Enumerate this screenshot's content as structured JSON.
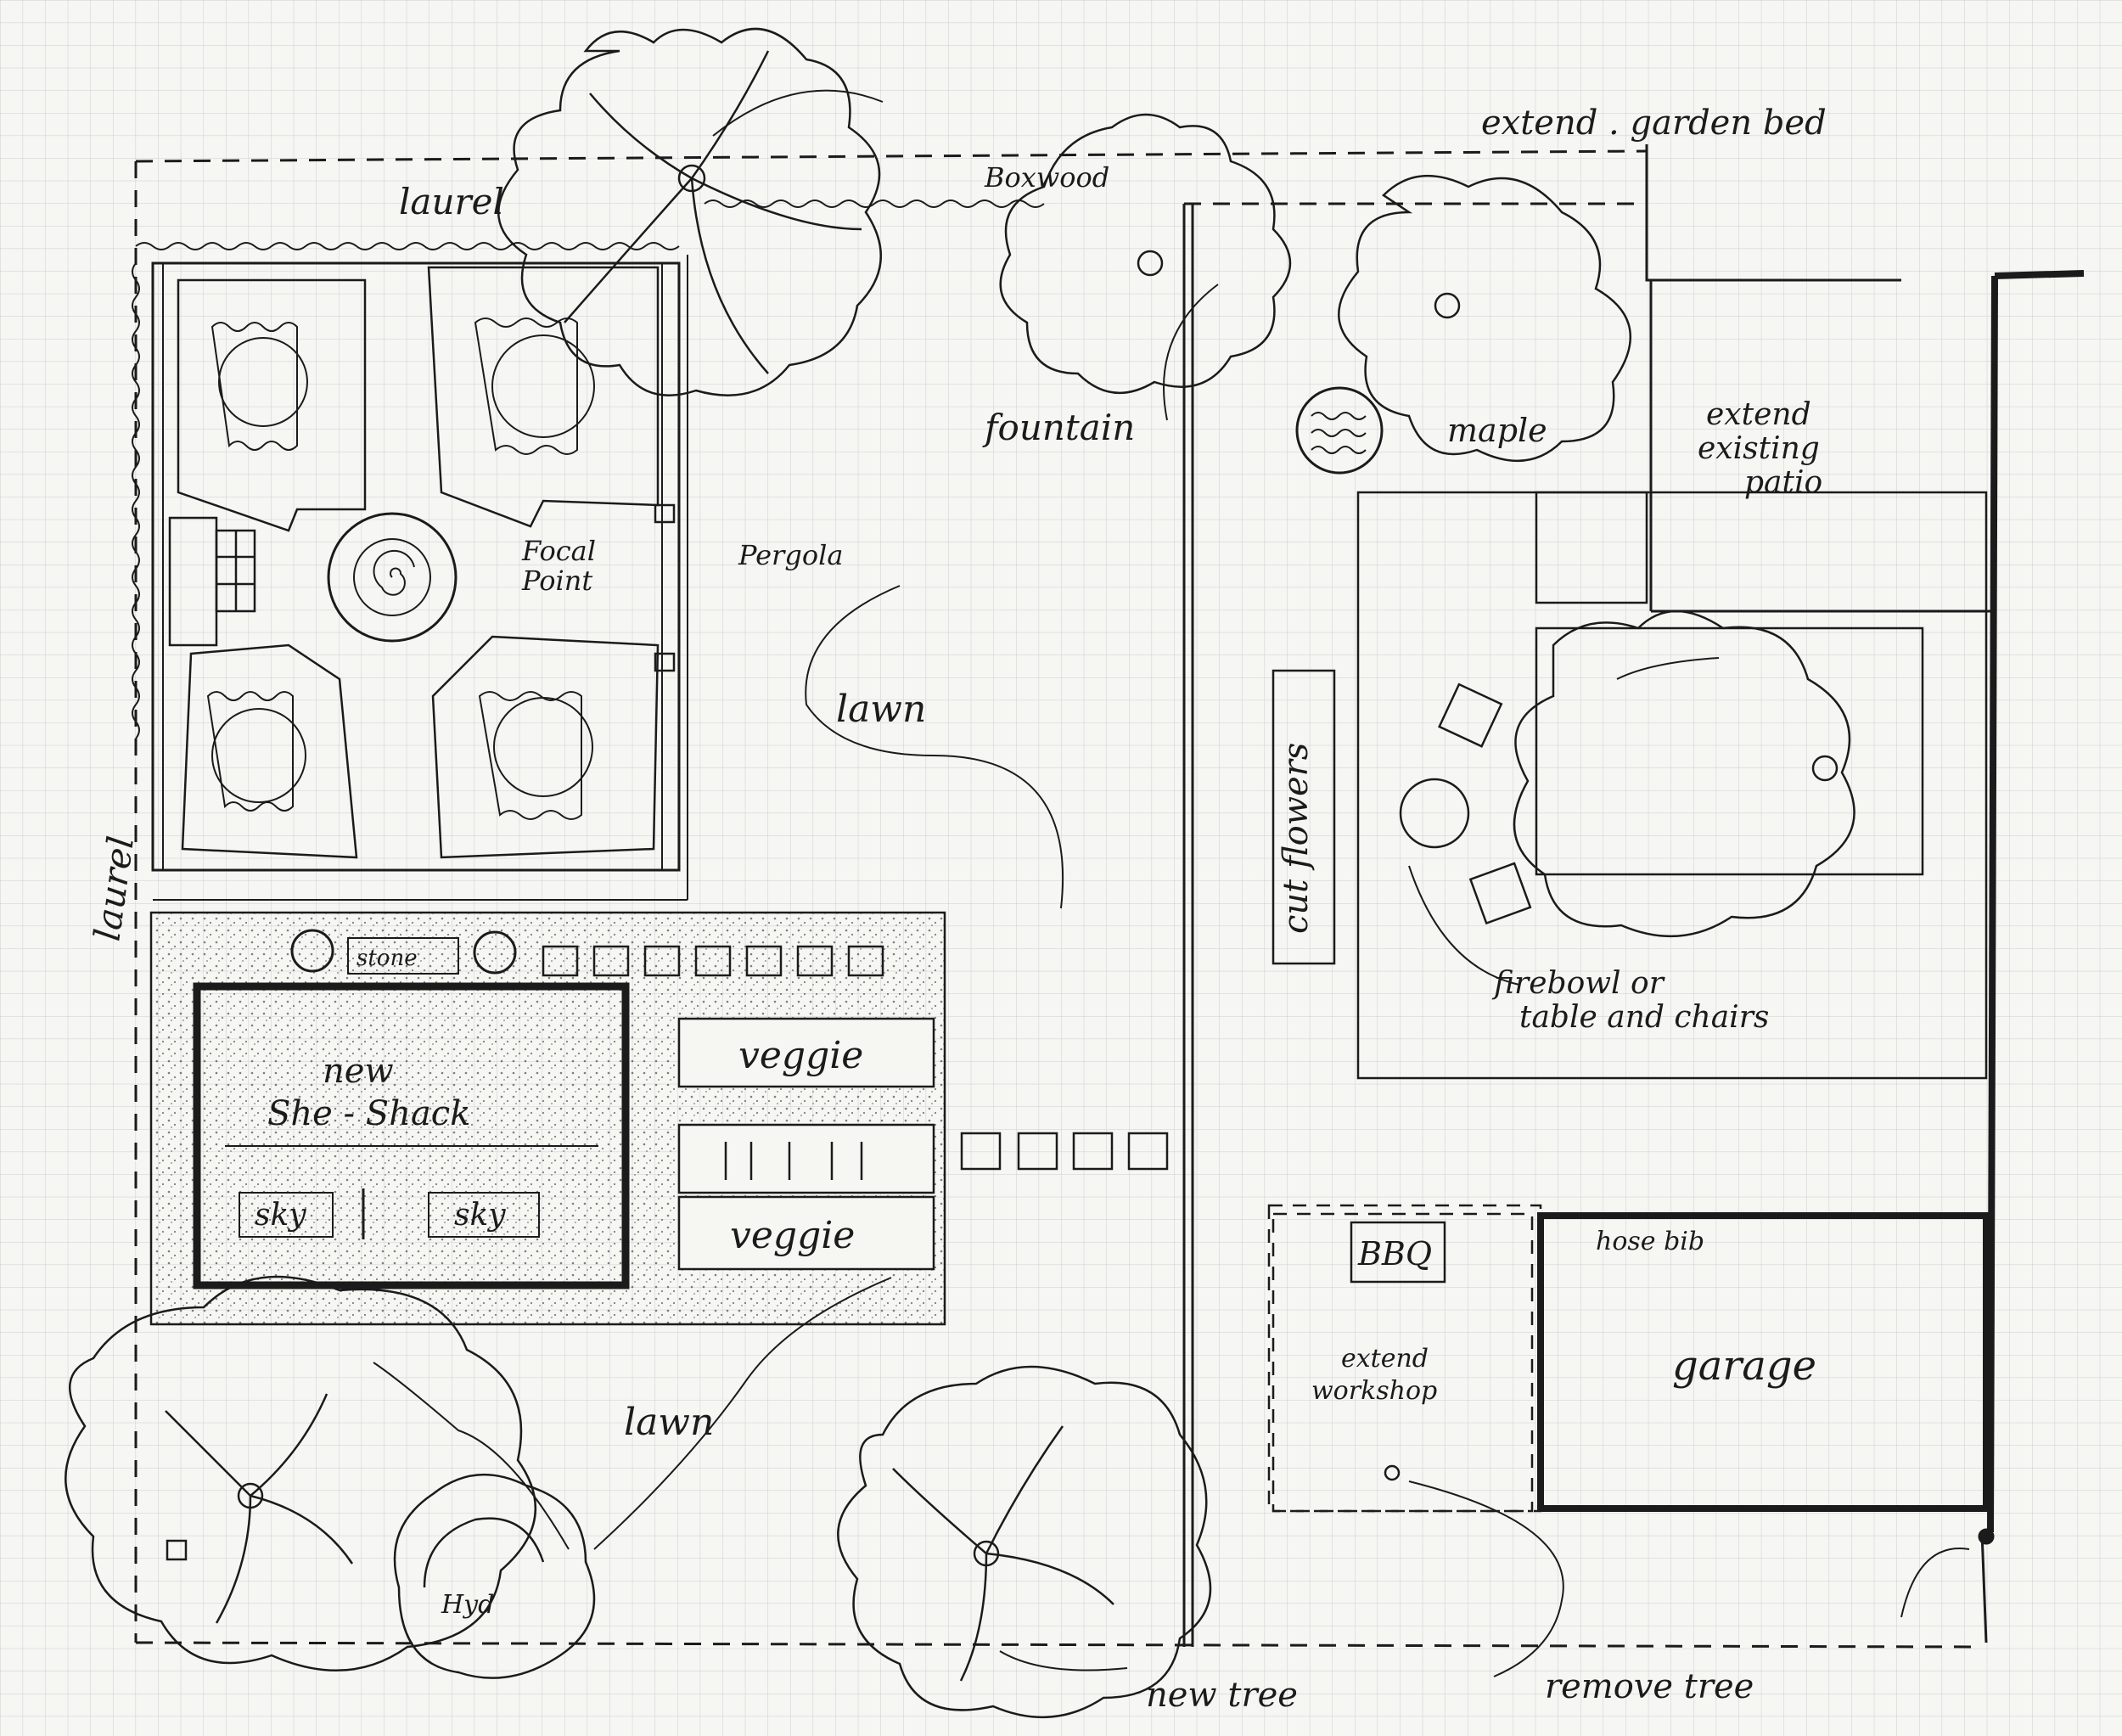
{
  "labels": {
    "extend_garden_bed": "extend . garden bed",
    "boxwood": "Boxwood",
    "laurel_top": "laurel",
    "laurel_side": "laurel",
    "fountain": "fountain",
    "maple": "maple",
    "extend_existing_patio_line1": "extend",
    "extend_existing_patio_line2": "existing",
    "extend_existing_patio_line3": "patio",
    "focal_point_line1": "Focal",
    "focal_point_line2": "Point",
    "pergola": "Pergola",
    "lawn_center": "lawn",
    "cut_flowers": "cut flowers",
    "firebowl_line1": "firebowl or",
    "firebowl_line2": "table and chairs",
    "stone": "stone",
    "she_shack_line1": "new",
    "she_shack_line2": "She - Shack",
    "sky_left": "sky",
    "sky_right": "sky",
    "veggie_top": "veggie",
    "veggie_bottom": "veggie",
    "bbq": "BBQ",
    "hose_bib": "hose bib",
    "garage": "garage",
    "extend_workshop_line1": "extend",
    "extend_workshop_line2": "workshop",
    "lawn_bottom": "lawn",
    "hyd": "Hyd",
    "new_tree": "new tree",
    "remove_tree": "remove tree"
  },
  "colors": {
    "paper": "#f6f6f2",
    "grid": "#c9cdd6",
    "ink": "#1b1b1b"
  }
}
